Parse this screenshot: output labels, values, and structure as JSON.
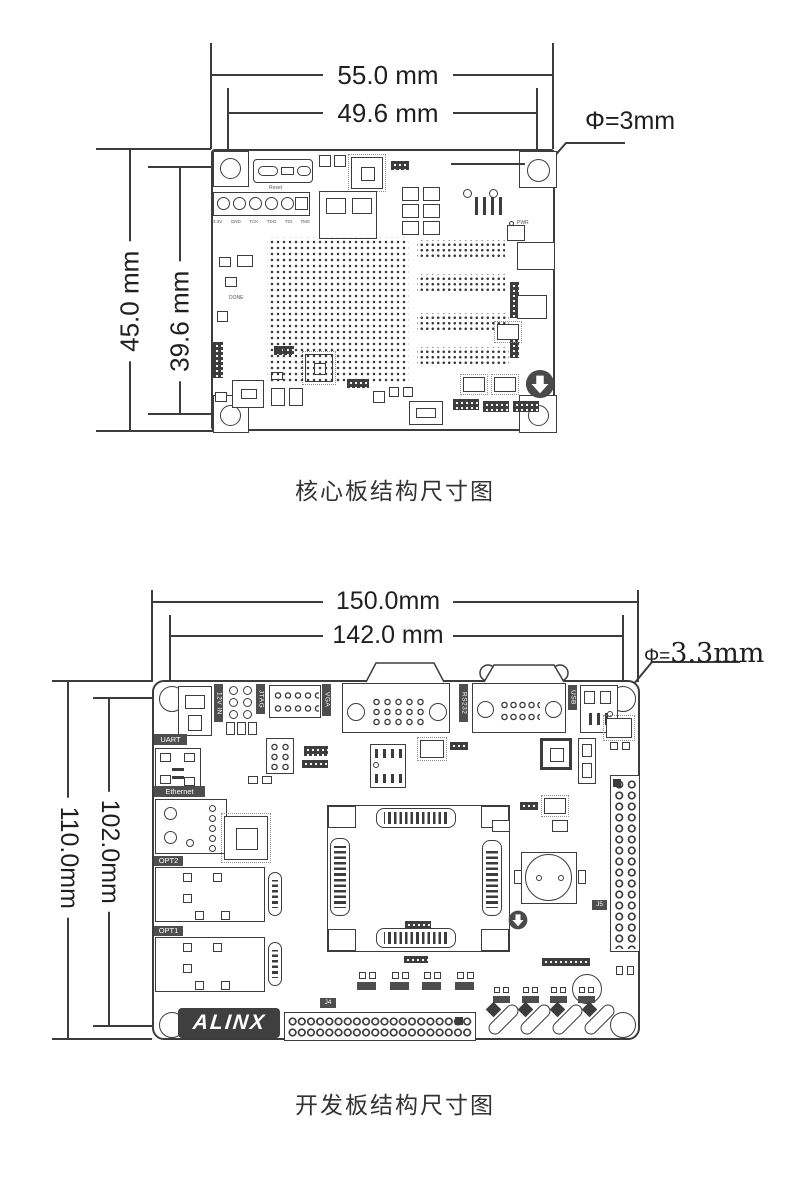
{
  "colors": {
    "line": "#3c3c3c",
    "tag_bg": "#4e4e4e",
    "tag_text": "#ffffff",
    "text": "#1f1f1f",
    "logo_bg": "#3f3f3f"
  },
  "figures": {
    "core": {
      "caption": "核心板结构尺寸图",
      "dim_width_outer": "55.0 mm",
      "dim_width_inner": "49.6 mm",
      "dim_height_outer": "45.0 mm",
      "dim_height_inner": "39.6 mm",
      "hole_diameter": "Φ=3mm",
      "labels": {
        "reset": "Reset",
        "done": "DONE",
        "pwr": "PWR"
      },
      "jtag_pins": [
        "3.3V",
        "GND",
        "TCK",
        "TDO",
        "TDI",
        "TMS"
      ]
    },
    "dev": {
      "caption": "开发板结构尺寸图",
      "dim_width_outer": "150.0mm",
      "dim_width_inner": "142.0 mm",
      "dim_height_outer": "110.0mm",
      "dim_height_inner": "102.0mm",
      "hole_diameter_prefix": "Φ=",
      "hole_diameter_value": "3.3mm",
      "labels": {
        "power": "12V IN",
        "jtag": "JTAG",
        "vga": "VGA",
        "rs232": "RS232",
        "usb": "USB",
        "uart": "UART",
        "ethernet": "Ethernet",
        "opt2": "OPT2",
        "opt1": "OPT1",
        "logo": "ALINX",
        "j4": "J4",
        "j5": "J5"
      }
    }
  }
}
